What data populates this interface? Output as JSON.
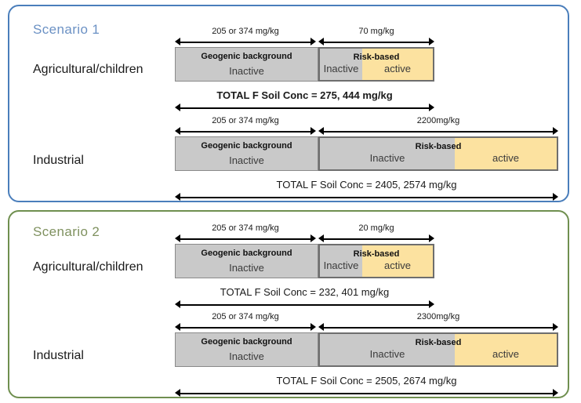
{
  "panels": [
    {
      "id": "scenario-1",
      "title": "Scenario 1",
      "accent": "#4a7ebb",
      "title_color": "#6b91c4",
      "rows": [
        {
          "label": "Agricultural/children",
          "geogenic": {
            "title": "Geogenic background",
            "state": "Inactive",
            "dim": "205 or 374 mg/kg"
          },
          "risk": {
            "title": "Risk-based",
            "inactive": "Inactive",
            "active": "active",
            "dim": "70 mg/kg"
          },
          "total": "TOTAL F Soil Conc = 275, 444 mg/kg"
        },
        {
          "label": "Industrial",
          "geogenic": {
            "title": "Geogenic background",
            "state": "Inactive",
            "dim": "205 or 374 mg/kg"
          },
          "risk": {
            "title": "Risk-based",
            "inactive": "Inactive",
            "active": "active",
            "dim": "2200mg/kg"
          },
          "total": "TOTAL F Soil Conc = 2405, 2574 mg/kg"
        }
      ]
    },
    {
      "id": "scenario-2",
      "title": "Scenario 2",
      "accent": "#6f8f4f",
      "title_color": "#7f915f",
      "rows": [
        {
          "label": "Agricultural/children",
          "geogenic": {
            "title": "Geogenic background",
            "state": "Inactive",
            "dim": "205 or 374 mg/kg"
          },
          "risk": {
            "title": "Risk-based",
            "inactive": "Inactive",
            "active": "active",
            "dim": "20 mg/kg"
          },
          "total": "TOTAL F Soil Conc = 232, 401 mg/kg"
        },
        {
          "label": "Industrial",
          "geogenic": {
            "title": "Geogenic background",
            "state": "Inactive",
            "dim": "205 or 374 mg/kg"
          },
          "risk": {
            "title": "Risk-based",
            "inactive": "Inactive",
            "active": "active",
            "dim": "2300mg/kg"
          },
          "total": "TOTAL F Soil Conc = 2505, 2674 mg/kg"
        }
      ]
    }
  ],
  "colors": {
    "geogenic_fill": "#c9c9c9",
    "inactive_fill": "#c9c9c9",
    "active_fill": "#fce2a0",
    "bar_border": "#6e6e6e",
    "arrow": "#000000"
  }
}
